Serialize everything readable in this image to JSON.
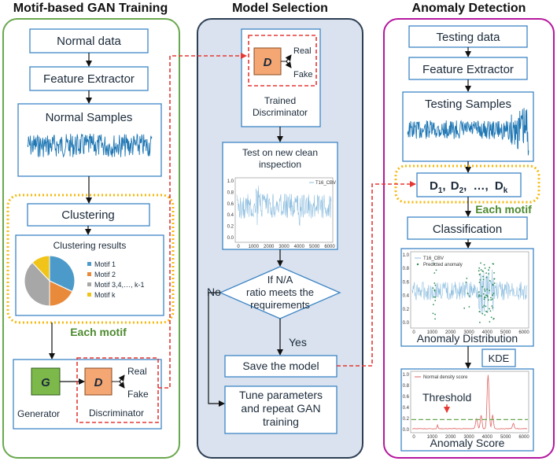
{
  "panels": {
    "left_title": "Motif-based GAN Training",
    "middle_title": "Model Selection",
    "right_title": "Anomaly Detection"
  },
  "left": {
    "normal_data": "Normal data",
    "feature_extractor": "Feature Extractor",
    "normal_samples": "Normal Samples",
    "clustering": "Clustering",
    "clustering_results": "Clustering results",
    "legend": [
      "Motif 1",
      "Motif 2",
      "Motif 3,4,…, k-1",
      "Motif k"
    ],
    "pie_values": [
      0.32,
      0.18,
      0.38,
      0.12
    ],
    "each_motif": "Each motif",
    "generator_symbol": "G",
    "generator_label": "Generator",
    "discriminator_symbol": "D",
    "discriminator_label": "Discriminator",
    "real": "Real",
    "fake": "Fake"
  },
  "middle": {
    "discriminator_symbol": "D",
    "real": "Real",
    "fake": "Fake",
    "trained_line1": "Trained",
    "trained_line2": "Discriminator",
    "test_line1": "Test on new clean",
    "test_line2": "inspection",
    "chart_legend": "T16_CBV",
    "chart_xticks": [
      "0",
      "1000",
      "2000",
      "3000",
      "4000",
      "5000",
      "6000"
    ],
    "chart_yticks": [
      "1.0",
      "0.8",
      "0.6",
      "0.4",
      "0.2",
      "0.0"
    ],
    "decision_line1": "If N/A",
    "decision_line2": "ratio meets the",
    "decision_line3": "requirements",
    "no": "No",
    "yes": "Yes",
    "save_model": "Save the model",
    "tune_line1": "Tune parameters",
    "tune_line2": "and repeat GAN",
    "tune_line3": "training"
  },
  "right": {
    "testing_data": "Testing data",
    "feature_extractor": "Feature Extractor",
    "testing_samples": "Testing Samples",
    "d_main": "D",
    "sub1": "1",
    "sub2": "2",
    "subk": "k",
    "sep": ",",
    "dots": "…,",
    "each_motif": "Each motif",
    "classification": "Classification",
    "dist_legend1": "T16_CBV",
    "dist_legend2": "Predicted anomaly",
    "dist_xticks": [
      "0",
      "1000",
      "2000",
      "3000",
      "4000",
      "5000",
      "6000"
    ],
    "dist_yticks": [
      "1.0",
      "0.8",
      "0.6",
      "0.4",
      "0.2",
      "0.0"
    ],
    "anomaly_distribution": "Anomaly Distribution",
    "kde": "KDE",
    "score_legend": "Normal density score",
    "threshold": "Threshold",
    "score_xticks": [
      "0",
      "1000",
      "2000",
      "3000",
      "4000",
      "5000",
      "6000"
    ],
    "score_yticks": [
      "1.0",
      "0.8",
      "0.6",
      "0.4",
      "0.2",
      "0.0"
    ],
    "anomaly_score": "Anomaly Score"
  },
  "colors": {
    "left_border": "#6aa84f",
    "middle_fill": "#d9e2ee",
    "middle_border": "#2e3f55",
    "right_border": "#b5179e",
    "box_border": "#3d85c6",
    "dashed_red": "#e53935",
    "dotted_yellow": "#f6b90e",
    "disc_fill": "#f4a673",
    "gen_fill": "#7cb84a",
    "signal_blue": "#1f77b4",
    "pie": [
      "#4c9ac9",
      "#e98a3a",
      "#a7a7a7",
      "#f0c419"
    ]
  }
}
